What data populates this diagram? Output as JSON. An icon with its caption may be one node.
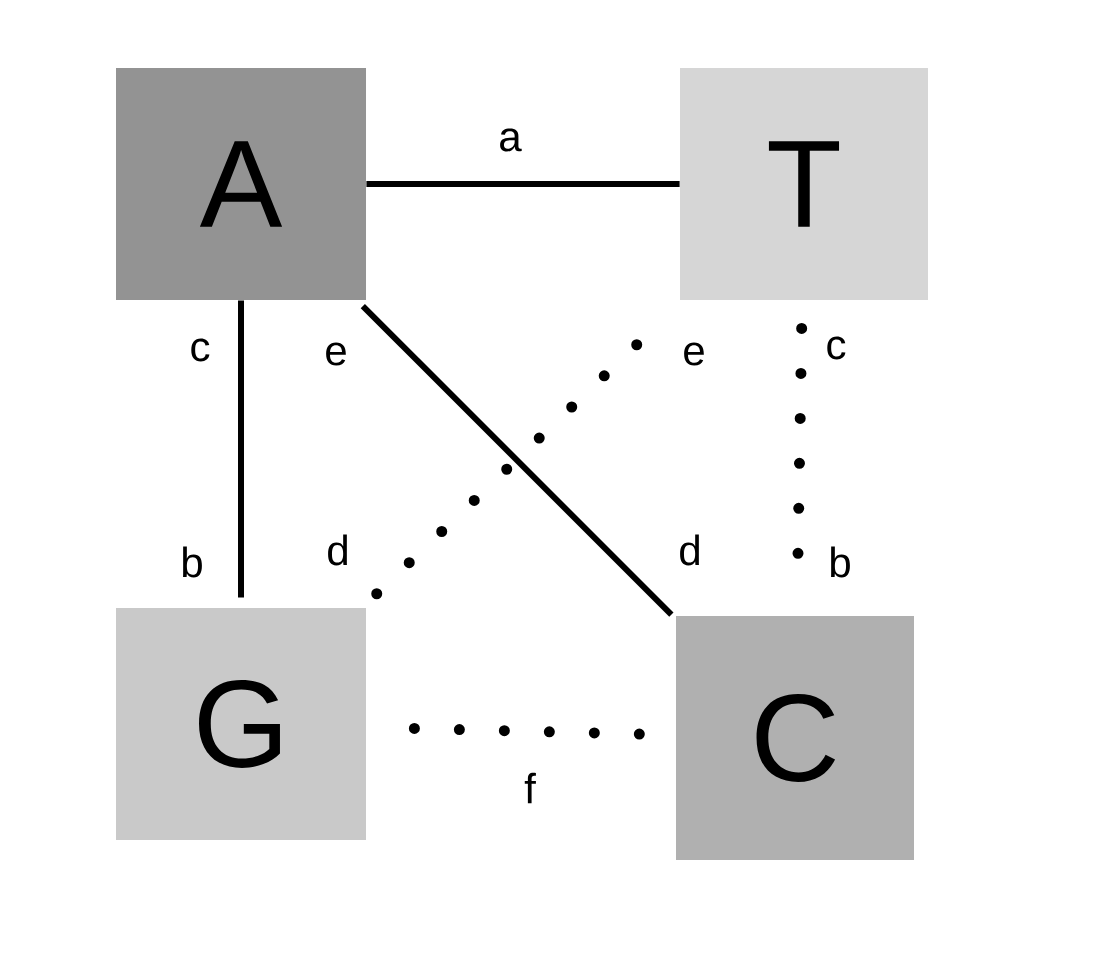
{
  "diagram": {
    "nodes": [
      {
        "text": [
          "A"
        ]
      },
      {
        "text": [
          "T"
        ]
      },
      {
        "text": [
          "G"
        ]
      },
      {
        "text": [
          "C"
        ]
      }
    ],
    "edges": [
      {
        "from": 0,
        "to": 1,
        "arrow": "none",
        "label": "a"
      },
      {
        "from": 0,
        "to": 2,
        "arrow": "none"
      },
      {
        "from": 0,
        "to": 3,
        "arrow": "none"
      },
      {
        "from": 2,
        "to": 1,
        "arrow": "none",
        "style": "dashed"
      },
      {
        "from": 1,
        "to": 3,
        "arrow": "none",
        "style": "dashed"
      },
      {
        "from": 2,
        "to": 3,
        "arrow": "none",
        "style": "dashed",
        "label": "f"
      }
    ],
    "labels": [
      "c",
      "e",
      "e",
      "c",
      "b",
      "d",
      "d",
      "b"
    ]
  }
}
